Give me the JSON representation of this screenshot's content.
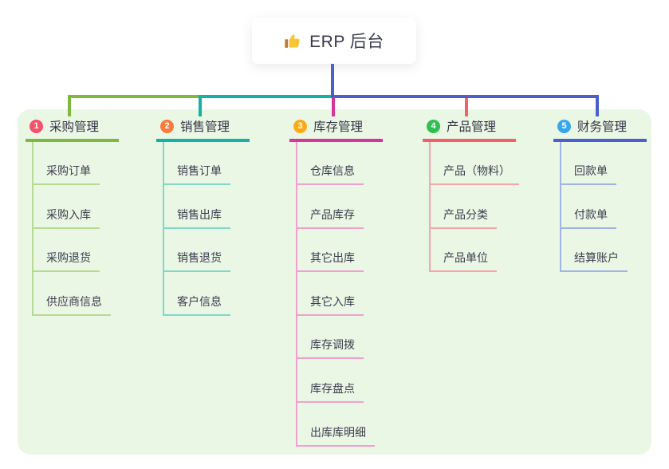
{
  "root": {
    "label": "ERP 后台",
    "icon": "thumbs-up-icon"
  },
  "colors": {
    "canvas_bg": "#ffffff",
    "panel_bg": "#ebf7e5",
    "root_drop_line": "#4b60cb",
    "header_text": "#343547",
    "child_text": "#3c3d4f"
  },
  "bus": {
    "segments": [
      {
        "name": "left",
        "color": "#7cb93e"
      },
      {
        "name": "middle",
        "color": "#12b3a4"
      },
      {
        "name": "right",
        "color": "#4b60cb"
      }
    ]
  },
  "branches": [
    {
      "index": "1",
      "label": "采购管理",
      "badge_color": "#f4516c",
      "line_color": "#7cb93e",
      "child_line_color": "#b5da93",
      "children": [
        "采购订单",
        "采购入库",
        "采购退货",
        "供应商信息"
      ]
    },
    {
      "index": "2",
      "label": "销售管理",
      "badge_color": "#f97b3d",
      "line_color": "#12b3a4",
      "child_line_color": "#82d7c9",
      "children": [
        "销售订单",
        "销售出库",
        "销售退货",
        "客户信息"
      ]
    },
    {
      "index": "3",
      "label": "库存管理",
      "badge_color": "#fbab19",
      "line_color": "#d6359c",
      "child_line_color": "#f0a0cf",
      "children": [
        "仓库信息",
        "产品库存",
        "其它出库",
        "其它入库",
        "库存调拨",
        "库存盘点",
        "出库库明细"
      ]
    },
    {
      "index": "4",
      "label": "产品管理",
      "badge_color": "#2fbf4f",
      "line_color": "#f2606a",
      "child_line_color": "#f5a6ab",
      "children": [
        "产品（物料）",
        "产品分类",
        "产品单位"
      ]
    },
    {
      "index": "5",
      "label": "财务管理",
      "badge_color": "#38a7e9",
      "line_color": "#4b60cb",
      "child_line_color": "#a0b5e6",
      "children": [
        "回款单",
        "付款单",
        "结算账户"
      ]
    }
  ]
}
